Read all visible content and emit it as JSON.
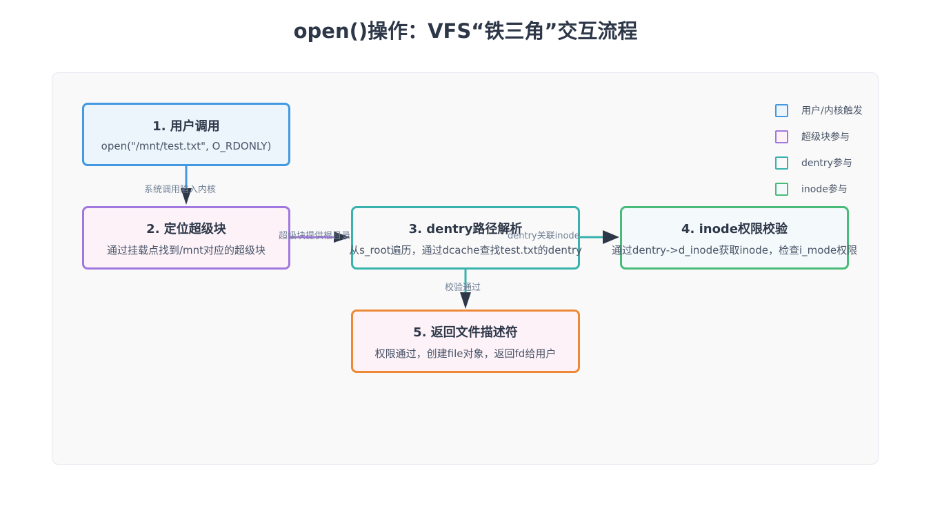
{
  "title": "open()操作：VFS“铁三角”交互流程",
  "colors": {
    "blue": "#4299e1",
    "blue_fill": "#ebf5fb",
    "purple": "#a178df",
    "purple_fill": "#fdf2f8",
    "teal": "#38b2ac",
    "teal_fill": "#f9f9f9",
    "green": "#48bb78",
    "green_fill": "#f4f9fc",
    "orange": "#ed8936",
    "orange_fill": "#fdf2f8",
    "arrowhead": "#2d3748"
  },
  "nodes": [
    {
      "id": "node1",
      "title": "1. 用户调用",
      "desc": "open(\"/mnt/test.txt\", O_RDONLY)"
    },
    {
      "id": "node2",
      "title": "2. 定位超级块",
      "desc": "通过挂载点找到/mnt对应的超级块"
    },
    {
      "id": "node3",
      "title": "3. dentry路径解析",
      "desc": "从s_root遍历，通过dcache查找test.txt的dentry"
    },
    {
      "id": "node4",
      "title": "4. inode权限校验",
      "desc": "通过dentry->d_inode获取inode，检查i_mode权限"
    },
    {
      "id": "node5",
      "title": "5. 返回文件描述符",
      "desc": "权限通过，创建file对象，返回fd给用户"
    }
  ],
  "edges": [
    {
      "from": "node1",
      "to": "node2",
      "label": "系统调用陷入内核"
    },
    {
      "from": "node2",
      "to": "node3",
      "label": "超级块提供根目录"
    },
    {
      "from": "node3",
      "to": "node4",
      "label": "dentry关联inode"
    },
    {
      "from": "node3",
      "to": "node5",
      "label": "校验通过"
    }
  ],
  "legend": [
    {
      "label": "用户/内核触发",
      "color": "#4299e1",
      "fill": "#ebf5fb"
    },
    {
      "label": "超级块参与",
      "color": "#a178df",
      "fill": "#fdf2f8"
    },
    {
      "label": "dentry参与",
      "color": "#38b2ac",
      "fill": "#f9f9f9"
    },
    {
      "label": "inode参与",
      "color": "#48bb78",
      "fill": "#f4f9fc"
    }
  ]
}
